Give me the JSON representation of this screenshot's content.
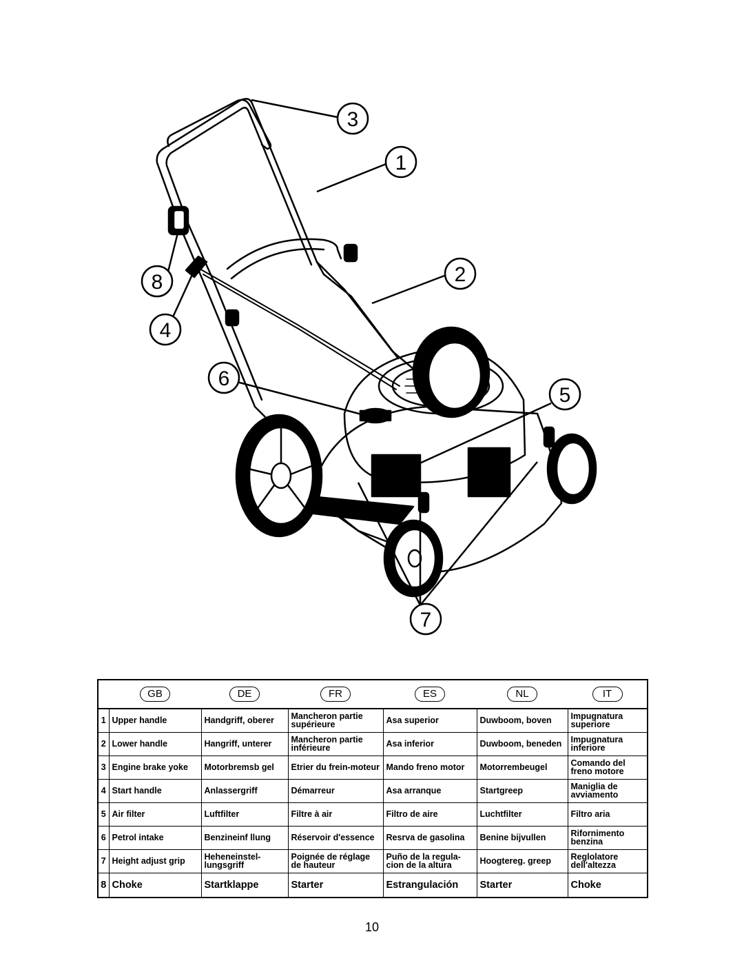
{
  "callouts": [
    "1",
    "2",
    "3",
    "4",
    "5",
    "6",
    "7",
    "8"
  ],
  "languages": [
    "GB",
    "DE",
    "FR",
    "ES",
    "NL",
    "IT"
  ],
  "parts": [
    {
      "num": "1",
      "gb": "Upper handle",
      "de": "Handgriff, oberer",
      "fr": "Mancheron partie supérieure",
      "es": "Asa superior",
      "nl": "Duwboom, boven",
      "it": "Impugnatura superiore"
    },
    {
      "num": "2",
      "gb": "Lower handle",
      "de": "Hangriff, unterer",
      "fr": "Mancheron partie inférieure",
      "es": "Asa inferior",
      "nl": "Duwboom, beneden",
      "it": "Impugnatura inferiore"
    },
    {
      "num": "3",
      "gb": "Engine brake yoke",
      "de": "Motorbremsb gel",
      "fr": "Etrier du frein-moteur",
      "es": "Mando freno motor",
      "nl": "Motorrembeugel",
      "it": "Comando del freno motore"
    },
    {
      "num": "4",
      "gb": "Start handle",
      "de": "Anlassergriff",
      "fr": "Démarreur",
      "es": "Asa arranque",
      "nl": "Startgreep",
      "it": "Maniglia de avviamento"
    },
    {
      "num": "5",
      "gb": "Air filter",
      "de": "Luftfilter",
      "fr": "Filtre à air",
      "es": "Filtro de aire",
      "nl": "Luchtfilter",
      "it": "Filtro aria"
    },
    {
      "num": "6",
      "gb": "Petrol intake",
      "de": "Benzineinf llung",
      "fr": "Réservoir d'essence",
      "es": "Resrva de gasolina",
      "nl": "Benine bijvullen",
      "it": "Rifornimento benzina"
    },
    {
      "num": "7",
      "gb": "Height adjust grip",
      "de": "Heheneinstel-lungsgriff",
      "fr": "Poignée de réglage de hauteur",
      "es": "Puño de la regula-cion de la altura",
      "nl": "Hoogtereg. greep",
      "it": "Reglolatore dell'altezza"
    },
    {
      "num": "8",
      "gb": "Choke",
      "de": "Startklappe",
      "fr": "Starter",
      "es": "Estrangulación",
      "nl": "Starter",
      "it": "Choke"
    }
  ],
  "page_number": "10"
}
